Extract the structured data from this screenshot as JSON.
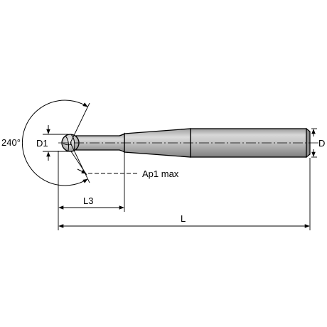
{
  "labels": {
    "angle": "240°",
    "ball_diameter": "D1",
    "shank_diameter": "D",
    "axial_depth": "Ap1 max",
    "reach_length": "L3",
    "overall_length": "L"
  },
  "colors": {
    "line": "#000000",
    "body_light": "#c2c2c2",
    "body_dark": "#8a8a8a",
    "highlight": "#e4e4e4",
    "background": "#ffffff"
  }
}
